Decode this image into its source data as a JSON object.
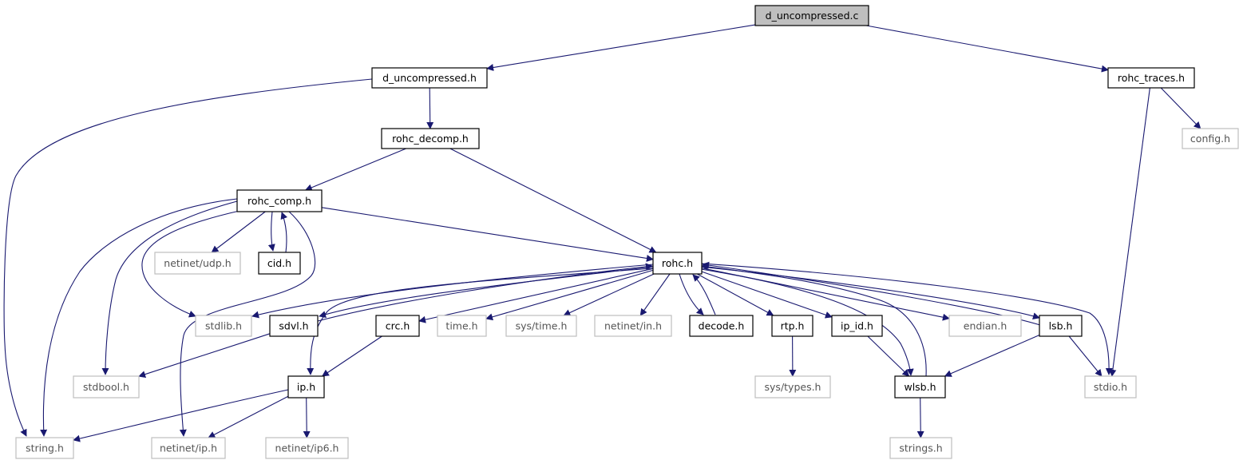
{
  "title": "d_uncompressed.c",
  "colors": {
    "edge": "#191970",
    "root_fill": "#bfbfbf",
    "doc_border": "#000000",
    "ext_border": "#bfbfbf",
    "ext_text": "#555555",
    "text": "#000000"
  },
  "nodes": [
    {
      "id": "d_uncompressed_c",
      "label": "d_uncompressed.c",
      "kind": "root"
    },
    {
      "id": "d_uncompressed_h",
      "label": "d_uncompressed.h",
      "kind": "doc"
    },
    {
      "id": "rohc_traces_h",
      "label": "rohc_traces.h",
      "kind": "doc"
    },
    {
      "id": "config_h",
      "label": "config.h",
      "kind": "ext"
    },
    {
      "id": "rohc_decomp_h",
      "label": "rohc_decomp.h",
      "kind": "doc"
    },
    {
      "id": "rohc_comp_h",
      "label": "rohc_comp.h",
      "kind": "doc"
    },
    {
      "id": "netinet_udp_h",
      "label": "netinet/udp.h",
      "kind": "ext"
    },
    {
      "id": "cid_h",
      "label": "cid.h",
      "kind": "doc"
    },
    {
      "id": "rohc_h",
      "label": "rohc.h",
      "kind": "doc"
    },
    {
      "id": "stdlib_h",
      "label": "stdlib.h",
      "kind": "ext"
    },
    {
      "id": "sdvl_h",
      "label": "sdvl.h",
      "kind": "doc"
    },
    {
      "id": "crc_h",
      "label": "crc.h",
      "kind": "doc"
    },
    {
      "id": "time_h",
      "label": "time.h",
      "kind": "ext"
    },
    {
      "id": "sys_time_h",
      "label": "sys/time.h",
      "kind": "ext"
    },
    {
      "id": "netinet_in_h",
      "label": "netinet/in.h",
      "kind": "ext"
    },
    {
      "id": "decode_h",
      "label": "decode.h",
      "kind": "doc"
    },
    {
      "id": "rtp_h",
      "label": "rtp.h",
      "kind": "doc"
    },
    {
      "id": "ip_id_h",
      "label": "ip_id.h",
      "kind": "doc"
    },
    {
      "id": "endian_h",
      "label": "endian.h",
      "kind": "ext"
    },
    {
      "id": "lsb_h",
      "label": "lsb.h",
      "kind": "doc"
    },
    {
      "id": "stdbool_h",
      "label": "stdbool.h",
      "kind": "ext"
    },
    {
      "id": "ip_h",
      "label": "ip.h",
      "kind": "doc"
    },
    {
      "id": "sys_types_h",
      "label": "sys/types.h",
      "kind": "ext"
    },
    {
      "id": "wlsb_h",
      "label": "wlsb.h",
      "kind": "doc"
    },
    {
      "id": "stdio_h",
      "label": "stdio.h",
      "kind": "ext"
    },
    {
      "id": "string_h",
      "label": "string.h",
      "kind": "ext"
    },
    {
      "id": "netinet_ip_h",
      "label": "netinet/ip.h",
      "kind": "ext"
    },
    {
      "id": "netinet_ip6_h",
      "label": "netinet/ip6.h",
      "kind": "ext"
    },
    {
      "id": "strings_h",
      "label": "strings.h",
      "kind": "ext"
    }
  ],
  "edges": [
    {
      "from": "d_uncompressed_c",
      "to": "d_uncompressed_h"
    },
    {
      "from": "d_uncompressed_c",
      "to": "rohc_traces_h"
    },
    {
      "from": "d_uncompressed_h",
      "to": "string_h"
    },
    {
      "from": "d_uncompressed_h",
      "to": "rohc_decomp_h"
    },
    {
      "from": "rohc_traces_h",
      "to": "config_h"
    },
    {
      "from": "rohc_traces_h",
      "to": "stdio_h"
    },
    {
      "from": "rohc_decomp_h",
      "to": "rohc_comp_h"
    },
    {
      "from": "rohc_decomp_h",
      "to": "rohc_h"
    },
    {
      "from": "rohc_comp_h",
      "to": "netinet_udp_h"
    },
    {
      "from": "rohc_comp_h",
      "to": "cid_h"
    },
    {
      "from": "cid_h",
      "to": "rohc_comp_h"
    },
    {
      "from": "rohc_comp_h",
      "to": "rohc_h"
    },
    {
      "from": "rohc_comp_h",
      "to": "stdlib_h"
    },
    {
      "from": "rohc_comp_h",
      "to": "stdbool_h"
    },
    {
      "from": "rohc_comp_h",
      "to": "string_h"
    },
    {
      "from": "rohc_comp_h",
      "to": "netinet_ip_h"
    },
    {
      "from": "rohc_h",
      "to": "stdlib_h"
    },
    {
      "from": "rohc_h",
      "to": "sdvl_h"
    },
    {
      "from": "sdvl_h",
      "to": "rohc_h"
    },
    {
      "from": "rohc_h",
      "to": "crc_h"
    },
    {
      "from": "rohc_h",
      "to": "time_h"
    },
    {
      "from": "rohc_h",
      "to": "sys_time_h"
    },
    {
      "from": "rohc_h",
      "to": "netinet_in_h"
    },
    {
      "from": "rohc_h",
      "to": "decode_h"
    },
    {
      "from": "decode_h",
      "to": "rohc_h"
    },
    {
      "from": "rohc_h",
      "to": "rtp_h"
    },
    {
      "from": "rohc_h",
      "to": "ip_id_h"
    },
    {
      "from": "rohc_h",
      "to": "endian_h"
    },
    {
      "from": "rohc_h",
      "to": "lsb_h"
    },
    {
      "from": "lsb_h",
      "to": "rohc_h"
    },
    {
      "from": "rohc_h",
      "to": "ip_h"
    },
    {
      "from": "rohc_h",
      "to": "wlsb_h"
    },
    {
      "from": "wlsb_h",
      "to": "rohc_h"
    },
    {
      "from": "rohc_h",
      "to": "stdio_h"
    },
    {
      "from": "sdvl_h",
      "to": "stdbool_h"
    },
    {
      "from": "crc_h",
      "to": "ip_h"
    },
    {
      "from": "ip_h",
      "to": "string_h"
    },
    {
      "from": "ip_h",
      "to": "netinet_ip_h"
    },
    {
      "from": "ip_h",
      "to": "netinet_ip6_h"
    },
    {
      "from": "rtp_h",
      "to": "sys_types_h"
    },
    {
      "from": "ip_id_h",
      "to": "wlsb_h"
    },
    {
      "from": "lsb_h",
      "to": "wlsb_h"
    },
    {
      "from": "lsb_h",
      "to": "stdio_h"
    },
    {
      "from": "wlsb_h",
      "to": "strings_h"
    }
  ]
}
